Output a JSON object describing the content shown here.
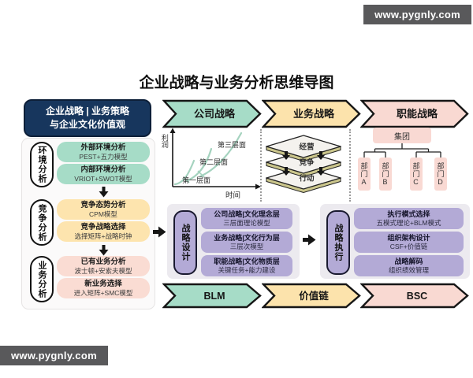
{
  "title": "企业战略与业务分析思维导图",
  "watermark": {
    "top": "www.pygnly.com",
    "bottom": "www.pygnly.com"
  },
  "colors": {
    "navy": "#17365d",
    "green": "#a6dcc7",
    "yellow": "#fce3ac",
    "pink": "#f9d9d2",
    "purple": "#b3aad6",
    "panel_gray": "#eceaef",
    "curve_green": "#a5d3bf",
    "watermark_bg": "#59595b"
  },
  "left_panel": {
    "header": {
      "line1": "企业战略 | 业务策略",
      "line2": "与企业文化价值观"
    },
    "groups": [
      {
        "label": "环境分析",
        "items": [
          {
            "title": "外部环境分析",
            "sub": "PEST+五力模型"
          },
          {
            "title": "内部环境分析",
            "sub": "VRIOT+SWOT模型"
          }
        ]
      },
      {
        "label": "竞争分析",
        "items": [
          {
            "title": "竞争态势分析",
            "sub": "CPM模型"
          },
          {
            "title": "竞争战略选择",
            "sub": "选择矩阵+战略时钟"
          }
        ]
      },
      {
        "label": "业务分析",
        "items": [
          {
            "title": "已有业务分析",
            "sub": "波士顿+安索夫模型"
          },
          {
            "title": "新业务选择",
            "sub": "进入矩阵+SMC模型"
          }
        ]
      }
    ]
  },
  "top_banners": [
    {
      "label": "公司战略"
    },
    {
      "label": "业务战略"
    },
    {
      "label": "职能战略"
    }
  ],
  "bottom_banners": [
    {
      "label": "BLM"
    },
    {
      "label": "价值链"
    },
    {
      "label": "BSC"
    }
  ],
  "three_horizons_chart": {
    "ylabel": "利润",
    "xlabel": "时间",
    "labels": [
      "第一层面",
      "第二层面",
      "第三层面"
    ]
  },
  "layer_stack": {
    "layers": [
      "经营",
      "竞争",
      "行动"
    ]
  },
  "org_chart": {
    "root": "集团",
    "departments": [
      "部门A",
      "部门B",
      "部门C",
      "部门D"
    ]
  },
  "strategy_design": {
    "label": "战略设计",
    "items": [
      {
        "title": "公司战略|文化理念层",
        "sub": "三层面理论模型"
      },
      {
        "title": "业务战略|文化行为层",
        "sub": "三层次模型"
      },
      {
        "title": "职能战略|文化物质层",
        "sub": "关键任务+能力建设"
      }
    ]
  },
  "strategy_execution": {
    "label": "战略执行",
    "items": [
      {
        "title": "执行模式选择",
        "sub": "五模式理论+BLM模式"
      },
      {
        "title": "组织架构设计",
        "sub": "CSF+价值链"
      },
      {
        "title": "战略解码",
        "sub": "组织绩效管理"
      }
    ]
  }
}
